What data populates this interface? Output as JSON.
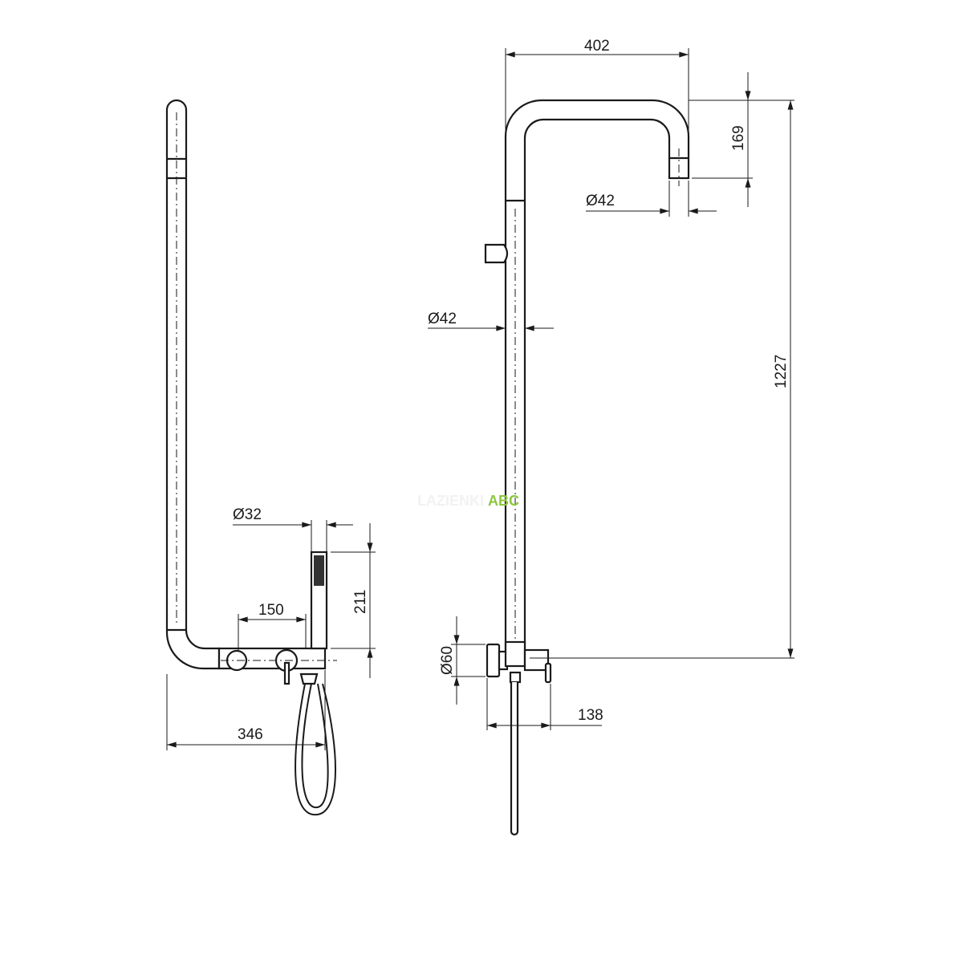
{
  "drawing": {
    "watermark": {
      "prefix": "LAZIENKI",
      "brand": "ABC",
      "brand_color": "#8cc63f"
    },
    "left_view": {
      "dimensions": {
        "hand_shower_diameter": "Ø32",
        "hand_shower_height": "211",
        "knob_spacing": "150",
        "total_depth": "346"
      }
    },
    "right_view": {
      "dimensions": {
        "arm_reach": "402",
        "arm_drop": "169",
        "head_diameter": "Ø42",
        "pipe_diameter": "Ø42",
        "total_height": "1227",
        "knob_diameter": "Ø60",
        "mixer_depth": "138"
      }
    }
  }
}
